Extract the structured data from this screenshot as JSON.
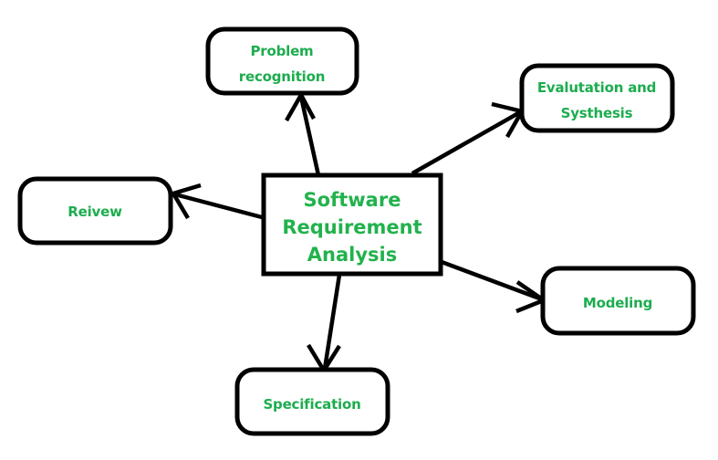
{
  "diagram": {
    "title": "Software Requirement Analysis",
    "type": "hub-and-spoke",
    "background_color": "#ffffff",
    "text_color": "#22b24c",
    "line_color": "#000000",
    "center": {
      "id": "software-requirement-analysis",
      "label_line1": "Software",
      "label_line2": "Requirement",
      "label_line3": "Analysis",
      "shape": "rectangle"
    },
    "nodes": [
      {
        "id": "problem-recognition",
        "label_line1": "Problem",
        "label_line2": "recognition",
        "shape": "rounded-rectangle",
        "position": "top"
      },
      {
        "id": "evalutation-and-systhesis",
        "label_line1": "Evalutation and",
        "label_line2": "Systhesis",
        "shape": "rounded-rectangle",
        "position": "top-right"
      },
      {
        "id": "modeling",
        "label_line1": "Modeling",
        "label_line2": "",
        "shape": "rounded-rectangle",
        "position": "bottom-right"
      },
      {
        "id": "specification",
        "label_line1": "Specification",
        "label_line2": "",
        "shape": "rounded-rectangle",
        "position": "bottom"
      },
      {
        "id": "reivew",
        "label_line1": "Reivew",
        "label_line2": "",
        "shape": "rounded-rectangle",
        "position": "left"
      }
    ],
    "edges": [
      {
        "from": "software-requirement-analysis",
        "to": "problem-recognition",
        "direction": "outward"
      },
      {
        "from": "software-requirement-analysis",
        "to": "evalutation-and-systhesis",
        "direction": "outward"
      },
      {
        "from": "software-requirement-analysis",
        "to": "modeling",
        "direction": "outward"
      },
      {
        "from": "software-requirement-analysis",
        "to": "specification",
        "direction": "outward"
      },
      {
        "from": "software-requirement-analysis",
        "to": "reivew",
        "direction": "outward"
      }
    ]
  }
}
